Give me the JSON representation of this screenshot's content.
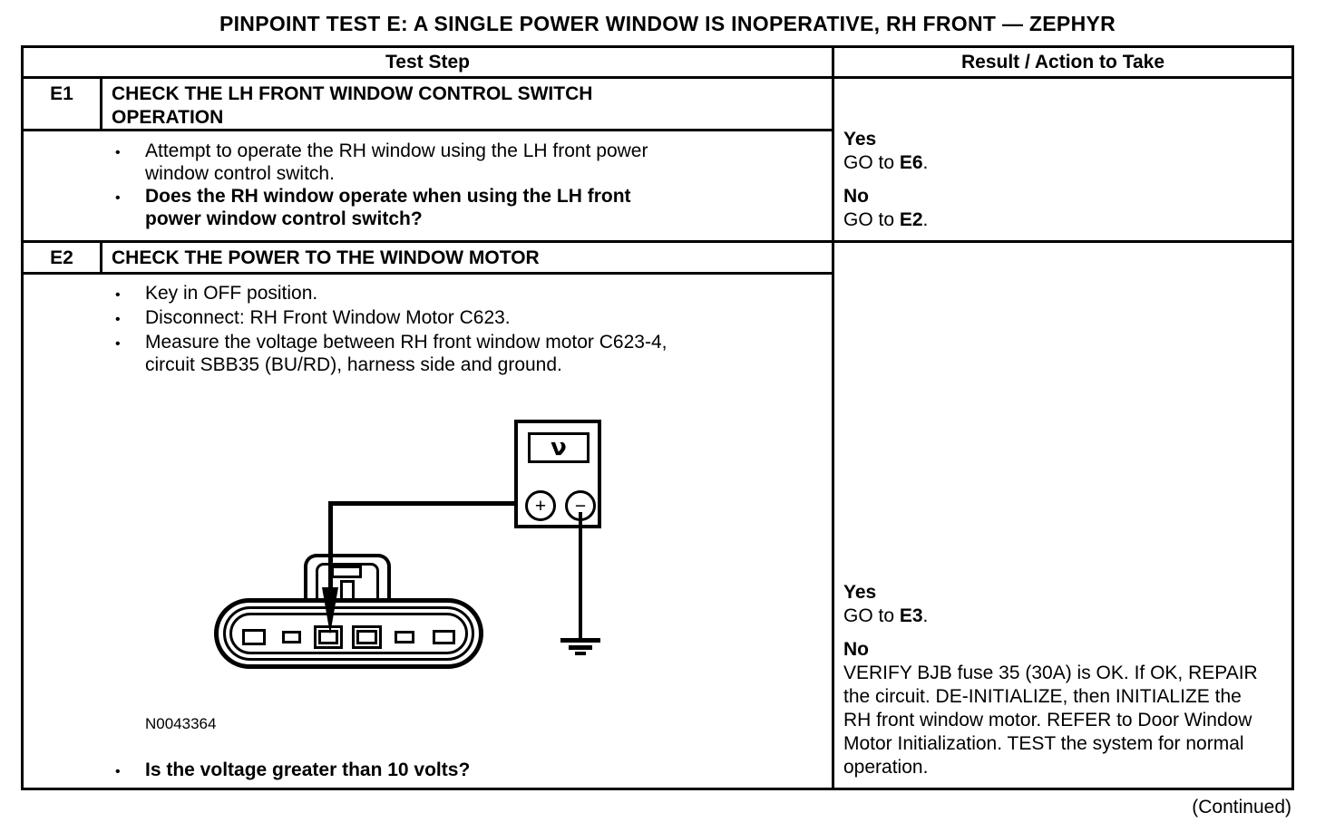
{
  "page": {
    "title": "PINPOINT TEST E: A SINGLE POWER WINDOW IS INOPERATIVE, RH FRONT — ZEPHYR",
    "continued": "(Continued)"
  },
  "glyphs": {
    "bullet": "•"
  },
  "table": {
    "headers": {
      "test_step": "Test Step",
      "result": "Result / Action to Take"
    },
    "steps": [
      {
        "id": "E1",
        "title": "CHECK THE LH FRONT WINDOW CONTROL SWITCH OPERATION",
        "bullets": [
          {
            "text": "Attempt to operate the RH window using the LH front power window control switch."
          },
          {
            "text": "Does the RH window operate when using the LH front power window control switch?"
          }
        ],
        "results": [
          {
            "label": "Yes",
            "pre": "GO to ",
            "ref": "E6",
            "post": "."
          },
          {
            "label": "No",
            "pre": "GO to ",
            "ref": "E2",
            "post": "."
          }
        ]
      },
      {
        "id": "E2",
        "title": "CHECK THE POWER TO THE WINDOW MOTOR",
        "bullets": [
          {
            "text": "Key in OFF position."
          },
          {
            "text": "Disconnect: RH Front Window Motor C623."
          },
          {
            "text": "Measure the voltage between RH front window motor C623-4, circuit SBB35 (BU/RD), harness side and ground."
          }
        ],
        "figure": {
          "code": "N0043364",
          "voltmeter_symbol": "ν",
          "positive": "+",
          "negative": "−"
        },
        "question": "Is the voltage greater than 10 volts?",
        "results": [
          {
            "label": "Yes",
            "pre": "GO to ",
            "ref": "E3",
            "post": "."
          },
          {
            "label": "No",
            "pre": "VERIFY BJB fuse 35 (30A) is OK. If OK, REPAIR the circuit. DE-INITIALIZE, then INITIALIZE the RH front window motor. REFER to Door Window Motor Initialization. TEST the system for normal operation.",
            "ref": "",
            "post": ""
          }
        ]
      }
    ]
  }
}
